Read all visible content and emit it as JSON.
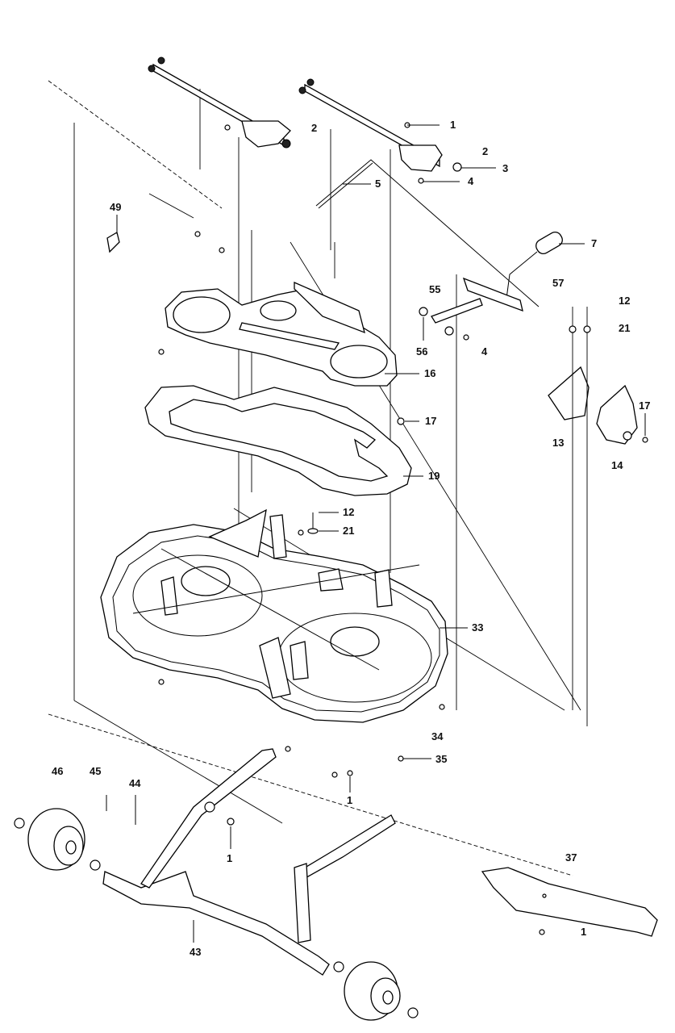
{
  "labels": {
    "l1a": "1",
    "l2a": "2",
    "l2b": "2",
    "l3": "3",
    "l4a": "4",
    "l4b": "4",
    "l5": "5",
    "l7": "7",
    "l12a": "12",
    "l12b": "12",
    "l13": "13",
    "l14": "14",
    "l16": "16",
    "l17a": "17",
    "l17b": "17",
    "l19": "19",
    "l21a": "21",
    "l21b": "21",
    "l33": "33",
    "l34": "34",
    "l35": "35",
    "l37": "37",
    "l43": "43",
    "l44": "44",
    "l45": "45",
    "l46": "46",
    "l49": "49",
    "l55": "55",
    "l56": "56",
    "l57": "57",
    "l1b": "1",
    "l1c": "1",
    "l1d": "1"
  },
  "colors": {
    "ink": "#000000",
    "paper": "#ffffff"
  }
}
